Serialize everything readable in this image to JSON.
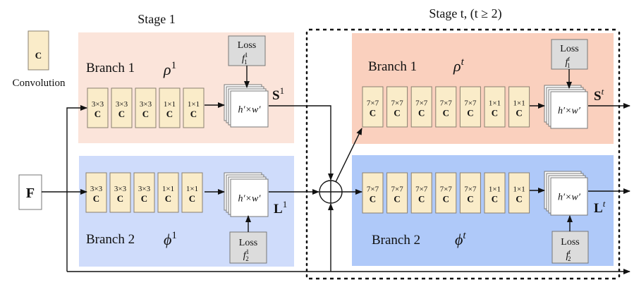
{
  "legend": {
    "conv_symbol": "C",
    "conv_label": "Convolution"
  },
  "input": {
    "label": "F"
  },
  "stage1": {
    "title": "Stage 1",
    "branch1": {
      "name": "Branch 1",
      "func": "ρ",
      "func_sup": "1",
      "color": "#fbe4da",
      "layers": [
        {
          "kernel": "3×3",
          "op": "C"
        },
        {
          "kernel": "3×3",
          "op": "C"
        },
        {
          "kernel": "3×3",
          "op": "C"
        },
        {
          "kernel": "1×1",
          "op": "C"
        },
        {
          "kernel": "1×1",
          "op": "C"
        }
      ],
      "feature": "h′×w′",
      "output": "S",
      "output_sup": "1",
      "loss": {
        "label": "Loss",
        "func": "f",
        "sub": "1",
        "sup": "1"
      }
    },
    "branch2": {
      "name": "Branch 2",
      "func": "ϕ",
      "func_sup": "1",
      "color": "#cfdcfb",
      "layers": [
        {
          "kernel": "3×3",
          "op": "C"
        },
        {
          "kernel": "3×3",
          "op": "C"
        },
        {
          "kernel": "3×3",
          "op": "C"
        },
        {
          "kernel": "1×1",
          "op": "C"
        },
        {
          "kernel": "1×1",
          "op": "C"
        }
      ],
      "feature": "h′×w′",
      "output": "L",
      "output_sup": "1",
      "loss": {
        "label": "Loss",
        "func": "f",
        "sub": "2",
        "sup": "1"
      }
    }
  },
  "stageT": {
    "title": "Stage t, (t ≥ 2)",
    "branch1": {
      "name": "Branch 1",
      "func": "ρ",
      "func_sup": "t",
      "color": "#fad0be",
      "layers": [
        {
          "kernel": "7×7",
          "op": "C"
        },
        {
          "kernel": "7×7",
          "op": "C"
        },
        {
          "kernel": "7×7",
          "op": "C"
        },
        {
          "kernel": "7×7",
          "op": "C"
        },
        {
          "kernel": "7×7",
          "op": "C"
        },
        {
          "kernel": "1×1",
          "op": "C"
        },
        {
          "kernel": "1×1",
          "op": "C"
        }
      ],
      "feature": "h′×w′",
      "output": "S",
      "output_sup": "t",
      "loss": {
        "label": "Loss",
        "func": "f",
        "sub": "1",
        "sup": "t"
      }
    },
    "branch2": {
      "name": "Branch 2",
      "func": "ϕ",
      "func_sup": "t",
      "color": "#afc9f9",
      "layers": [
        {
          "kernel": "7×7",
          "op": "C"
        },
        {
          "kernel": "7×7",
          "op": "C"
        },
        {
          "kernel": "7×7",
          "op": "C"
        },
        {
          "kernel": "7×7",
          "op": "C"
        },
        {
          "kernel": "7×7",
          "op": "C"
        },
        {
          "kernel": "1×1",
          "op": "C"
        },
        {
          "kernel": "1×1",
          "op": "C"
        }
      ],
      "feature": "h′×w′",
      "output": "L",
      "output_sup": "t",
      "loss": {
        "label": "Loss",
        "func": "f",
        "sub": "2",
        "sup": "t"
      }
    }
  },
  "colors": {
    "conv_fill": "#faecc9",
    "conv_stroke": "#8a8070",
    "loss_fill": "#dcdcdc",
    "loss_stroke": "#777777"
  }
}
